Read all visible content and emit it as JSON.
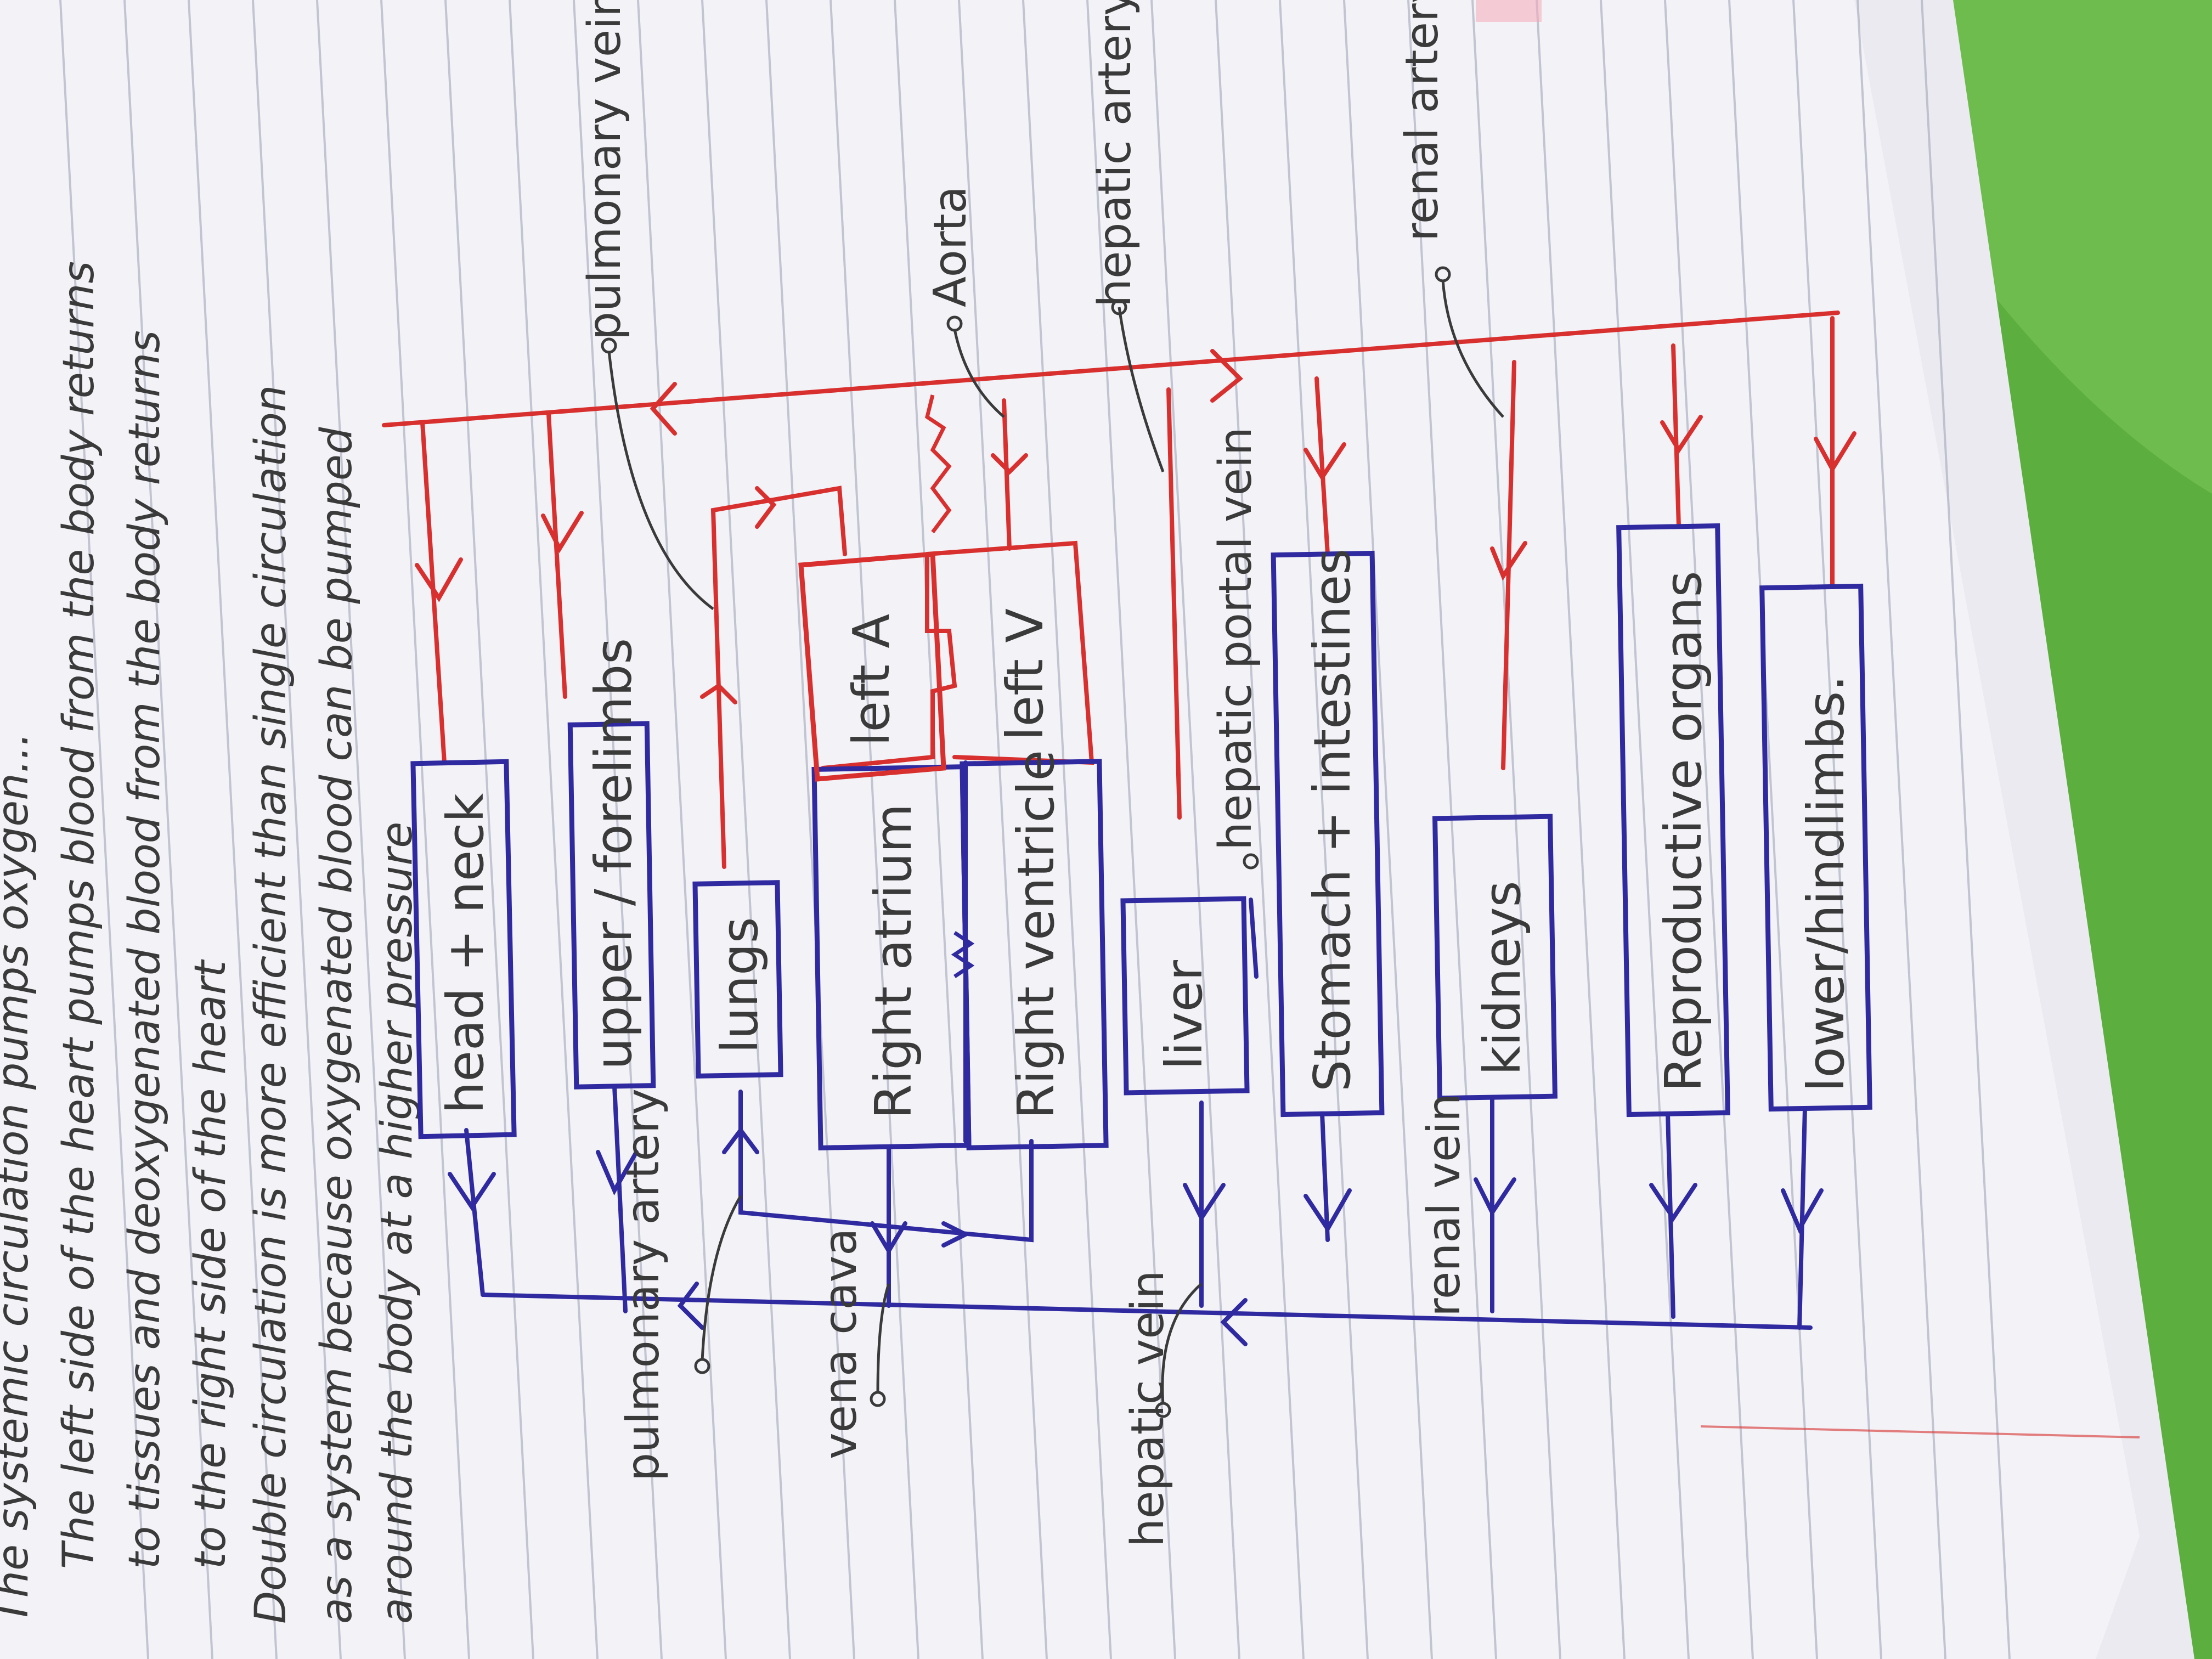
{
  "notes": {
    "line0": "The systemic circulation pumps oxygen...",
    "line1": "The left side of the heart pumps blood from the body returns",
    "line2": "to tissues and deoxygenated blood from the body returns",
    "line3": "to the right side of the heart",
    "line4": "Double circulation is more efficient than single circulation",
    "line5": "as a system because oxygenated blood can be pumped",
    "line6": "around the body at a higher pressure"
  },
  "boxes": {
    "head": "head + neck",
    "upper": "upper / forelimbs",
    "lungs": "lungs",
    "right_atrium": "Right atrium",
    "right_ventricle": "Right ventricle",
    "left_atrium": "left A",
    "left_ventricle": "left V",
    "liver": "liver",
    "stomach": "Stomach + intestines",
    "kidneys": "kidneys",
    "reproductive": "Reproductive organs",
    "lower": "lower/hindlimbs."
  },
  "labels": {
    "pulmonary_vein": "pulmonary vein",
    "aorta": "Aorta",
    "hepatic_artery": "hepatic artery",
    "renal_artery": "renal artery",
    "pulmonary_artery": "pulmonary artery",
    "vena_cava": "vena cava",
    "hepatic_vein": "hepatic vein",
    "hepatic_portal_vein": "hepatic portal vein",
    "renal_vein": "renal vein"
  },
  "colors": {
    "paper": "#f3f2f7",
    "rule_line": "#9aa0b3",
    "ink_blue": "#2f2aa0",
    "ink_red": "#d8302e",
    "pencil": "#3a3a3a",
    "highlight": "#f4a9b8",
    "background": "#5cae3e"
  }
}
